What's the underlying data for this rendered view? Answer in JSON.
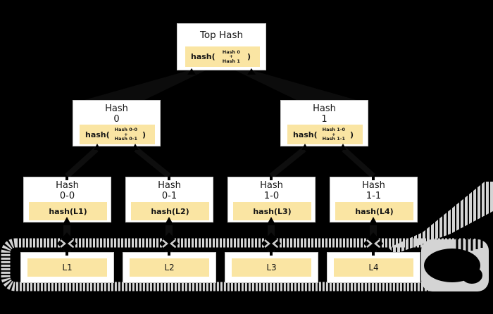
{
  "diagram": {
    "type": "merkle-hash-tree",
    "background": "black",
    "levels": 4
  },
  "colors": {
    "background": "#000000",
    "node_fill": "#ffffff",
    "pill_fill": "#fae5a3",
    "band_gray": "#d4d4d4",
    "text": "#141414"
  },
  "top_node": {
    "title": "Top Hash",
    "fn_open": "hash(",
    "arg_top": "Hash 0",
    "arg_op": "+",
    "arg_bottom": "Hash 1",
    "fn_close": ")"
  },
  "mid_nodes": [
    {
      "title1": "Hash",
      "title2": "0",
      "fn_open": "hash(",
      "arg_top": "Hash 0-0",
      "arg_op": "+",
      "arg_bottom": "Hash 0-1",
      "fn_close": ")"
    },
    {
      "title1": "Hash",
      "title2": "1",
      "fn_open": "hash(",
      "arg_top": "Hash 1-0",
      "arg_op": "+",
      "arg_bottom": "Hash 1-1",
      "fn_close": ")"
    }
  ],
  "leaf_nodes": [
    {
      "title1": "Hash",
      "title2": "0-0",
      "label": "hash(L1)"
    },
    {
      "title1": "Hash",
      "title2": "0-1",
      "label": "hash(L2)"
    },
    {
      "title1": "Hash",
      "title2": "1-0",
      "label": "hash(L3)"
    },
    {
      "title1": "Hash",
      "title2": "1-1",
      "label": "hash(L4)"
    }
  ],
  "data_blocks": [
    {
      "label": "L1"
    },
    {
      "label": "L2"
    },
    {
      "label": "L3"
    },
    {
      "label": "L4"
    }
  ]
}
